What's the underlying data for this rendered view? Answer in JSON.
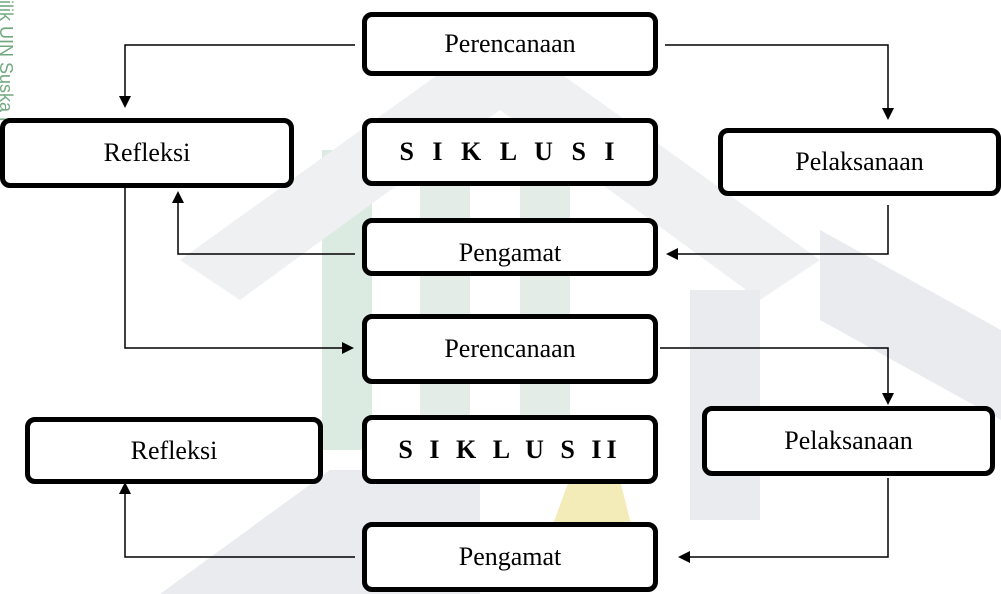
{
  "watermark": {
    "side_text": "ilik UIN Suska Riau",
    "colors": {
      "gray": "#e9ebee",
      "green": "#dcebe2",
      "gold": "#f4ecb8"
    }
  },
  "cycle1": {
    "planning": "Perencanaan",
    "title": "S I K L U S I",
    "action": "Pelaksanaan",
    "observation": "Pengamat",
    "reflection": "Refleksi"
  },
  "cycle2": {
    "planning": "Perencanaan",
    "title": "S I K L U S II",
    "action": "Pelaksanaan",
    "observation": "Pengamat",
    "reflection": "Refleksi"
  }
}
